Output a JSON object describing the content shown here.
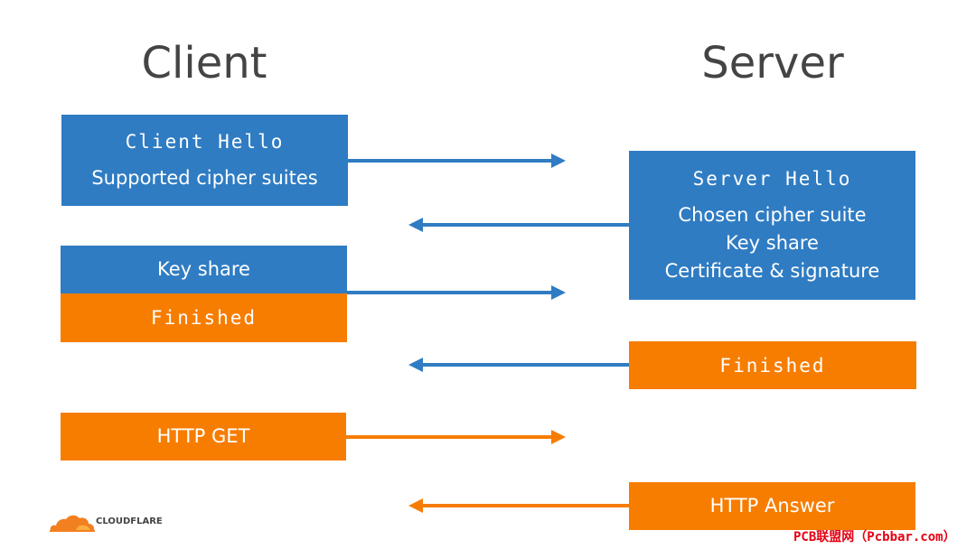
{
  "headings": {
    "client": "Client",
    "server": "Server"
  },
  "client": {
    "hello": {
      "title": "Client Hello",
      "detail": "Supported cipher suites"
    },
    "key_share": "Key share",
    "finished": "Finished",
    "http_get": "HTTP GET"
  },
  "server": {
    "hello": {
      "title": "Server Hello",
      "lines": [
        "Chosen cipher suite",
        "Key share",
        "Certificate & signature"
      ]
    },
    "finished": "Finished",
    "http_answer": "HTTP Answer"
  },
  "messages": [
    {
      "from": "client",
      "to": "server",
      "color": "blue"
    },
    {
      "from": "server",
      "to": "client",
      "color": "blue"
    },
    {
      "from": "client",
      "to": "server",
      "color": "blue"
    },
    {
      "from": "server",
      "to": "client",
      "color": "blue"
    },
    {
      "from": "client",
      "to": "server",
      "color": "orange"
    },
    {
      "from": "server",
      "to": "client",
      "color": "orange"
    }
  ],
  "colors": {
    "blue": "#2f7cc3",
    "orange": "#f77d00",
    "heading": "#444444",
    "watermark": "#e60012"
  },
  "logo": {
    "text": "CLOUDFLARE",
    "icon": "cloud-icon"
  },
  "watermark": "PCB联盟网（Pcbbar.com）"
}
